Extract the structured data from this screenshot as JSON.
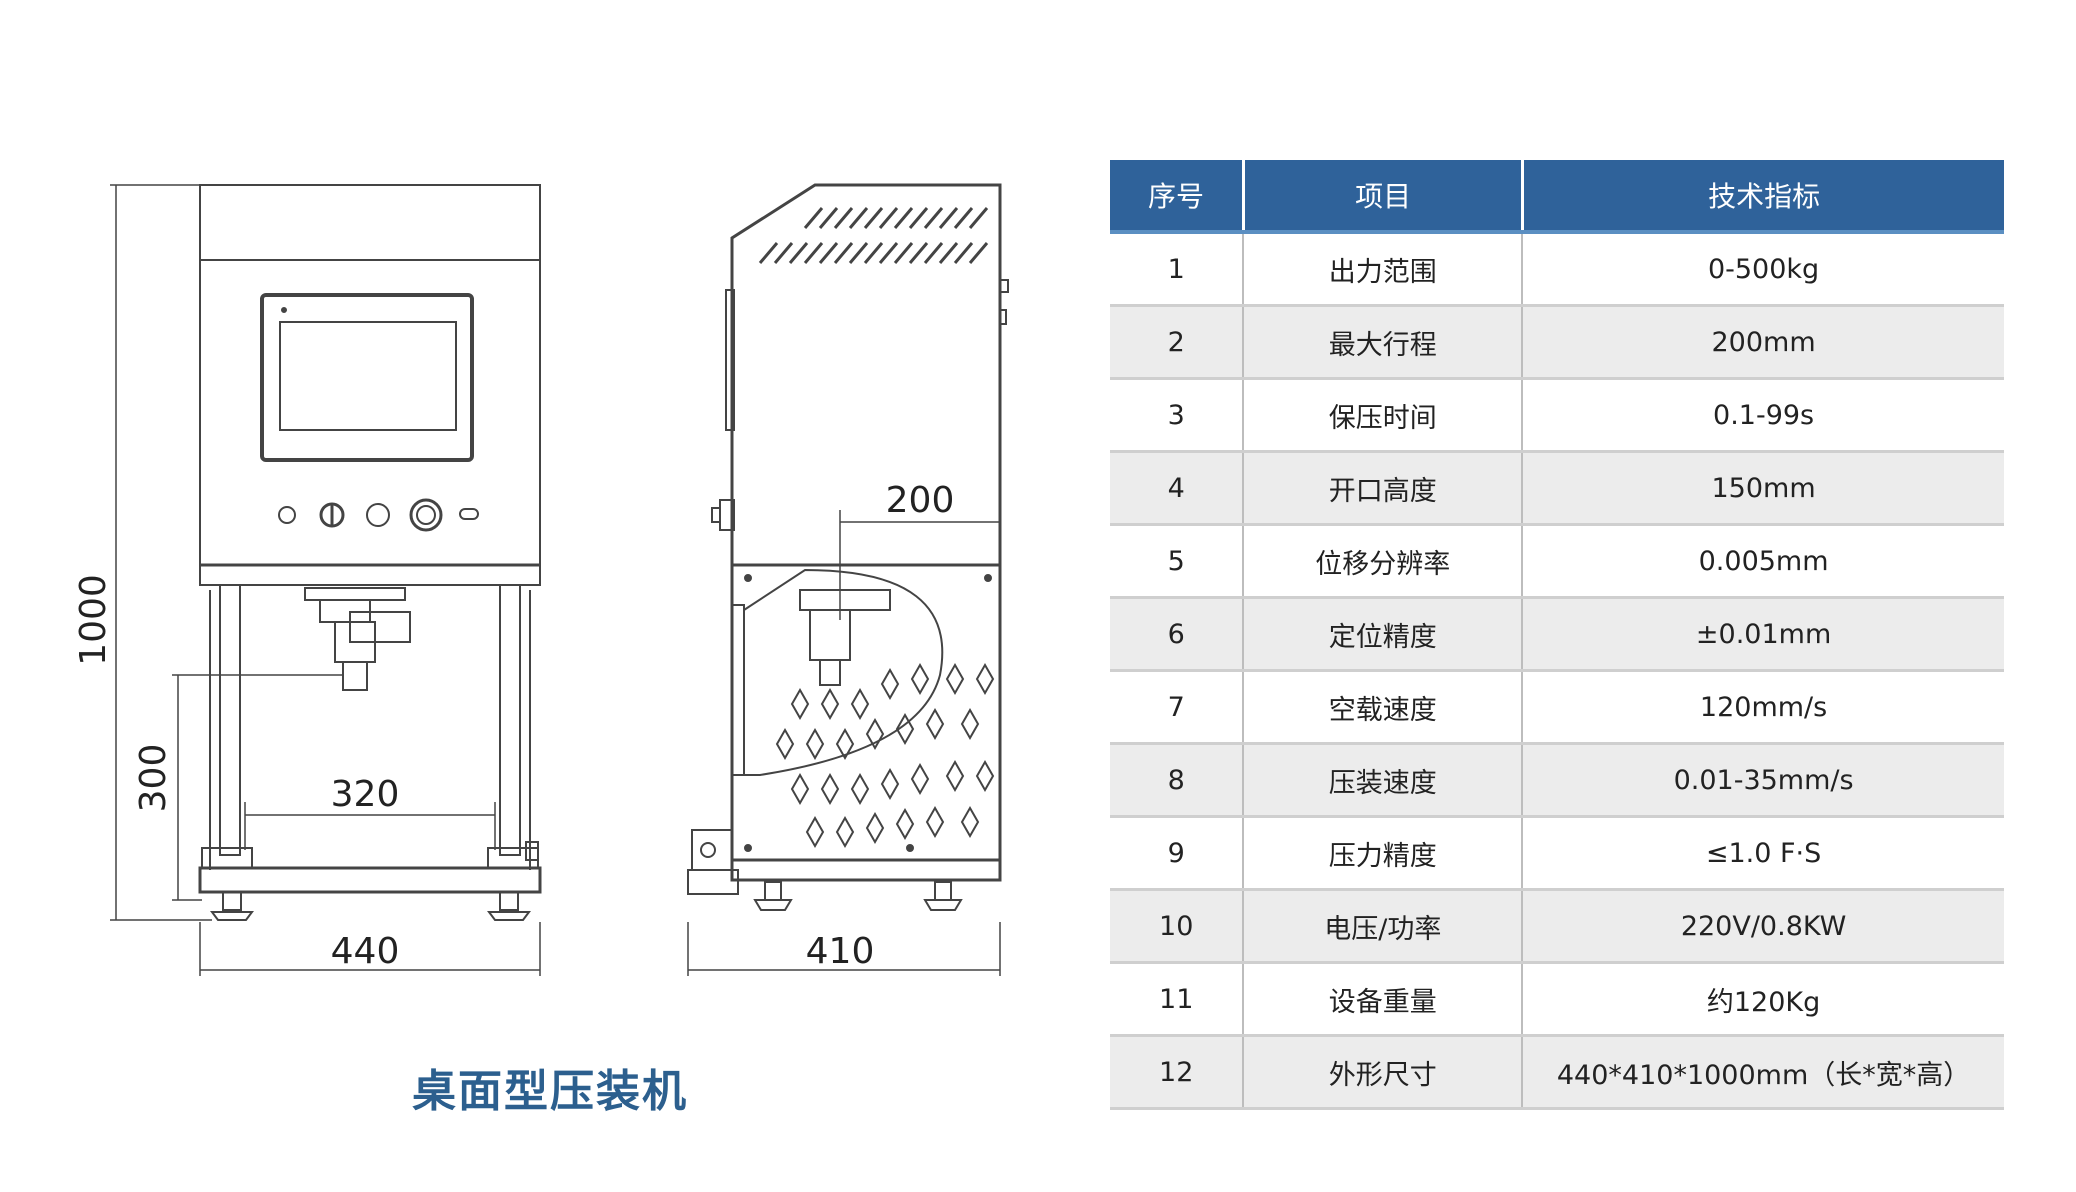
{
  "drawing": {
    "front_height": "1000",
    "front_opening_height": "300",
    "front_inner_width": "320",
    "front_width": "440",
    "side_stroke": "200",
    "side_depth": "410"
  },
  "caption": "桌面型压装机",
  "table": {
    "headers": [
      "序号",
      "项目",
      "技术指标"
    ],
    "rows": [
      [
        "1",
        "出力范围",
        "0-500kg"
      ],
      [
        "2",
        "最大行程",
        "200mm"
      ],
      [
        "3",
        "保压时间",
        "0.1-99s"
      ],
      [
        "4",
        "开口高度",
        "150mm"
      ],
      [
        "5",
        "位移分辨率",
        "0.005mm"
      ],
      [
        "6",
        "定位精度",
        "±0.01mm"
      ],
      [
        "7",
        "空载速度",
        "120mm/s"
      ],
      [
        "8",
        "压装速度",
        "0.01-35mm/s"
      ],
      [
        "9",
        "压力精度",
        "≤1.0 F·S"
      ],
      [
        "10",
        "电压/功率",
        "220V/0.8KW"
      ],
      [
        "11",
        "设备重量",
        "约120Kg"
      ],
      [
        "12",
        "外形尺寸",
        "440*410*1000mm（长*宽*高）"
      ]
    ]
  },
  "colors": {
    "header_bg": "#2f629a",
    "caption": "#2c5f8e",
    "row_alt": "#ececec"
  }
}
